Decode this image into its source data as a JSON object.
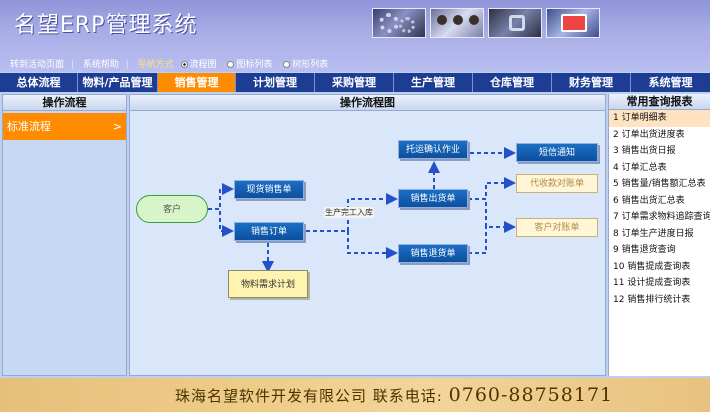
{
  "app": {
    "title": "名望ERP管理系统"
  },
  "topnav": {
    "goto_active": "转到活动页面",
    "help": "系统帮助",
    "nav_mode_label": "导航方式",
    "modes": [
      "流程图",
      "图标列表",
      "树形列表"
    ]
  },
  "tabs": [
    "总体流程",
    "物料/产品管理",
    "销售管理",
    "计划管理",
    "采购管理",
    "生产管理",
    "仓库管理",
    "财务管理",
    "系统管理"
  ],
  "left": {
    "title": "操作流程",
    "item": "标准流程",
    "chevron": ">"
  },
  "center": {
    "title": "操作流程图",
    "nodes": {
      "customer": "客户",
      "spot_order": "现货销售单",
      "sales_order": "销售订单",
      "material_plan": "物料需求计划",
      "ship_confirm": "托运确认作业",
      "sms": "短信通知",
      "sales_delivery": "销售出货单",
      "collect_invoice": "代收款对账单",
      "customer_statement": "客户对账单",
      "sales_return": "销售退货单"
    },
    "edge_label": "生产完工入库"
  },
  "right": {
    "title": "常用查询报表",
    "reports": [
      "1 订单明细表",
      "2 订单出货进度表",
      "3 销售出货日报",
      "4 订单汇总表",
      "5 销售量/销售额汇总表",
      "6 销售出货汇总表",
      "7 订单需求物料追踪查询",
      "8 订单生产进度日报",
      "9 销售退货查询",
      "10 销售提成查询表",
      "11 设计提成查询表",
      "12 销售排行统计表"
    ]
  },
  "footer": {
    "company": "珠海名望软件开发有限公司",
    "phone_label": "联系电话:",
    "phone": "0760-88758171"
  },
  "colors": {
    "tab_bar": "#1c3d93",
    "tab_active": "#ff8c00",
    "node": "#0d4f9e",
    "arrow": "#2450c8"
  }
}
